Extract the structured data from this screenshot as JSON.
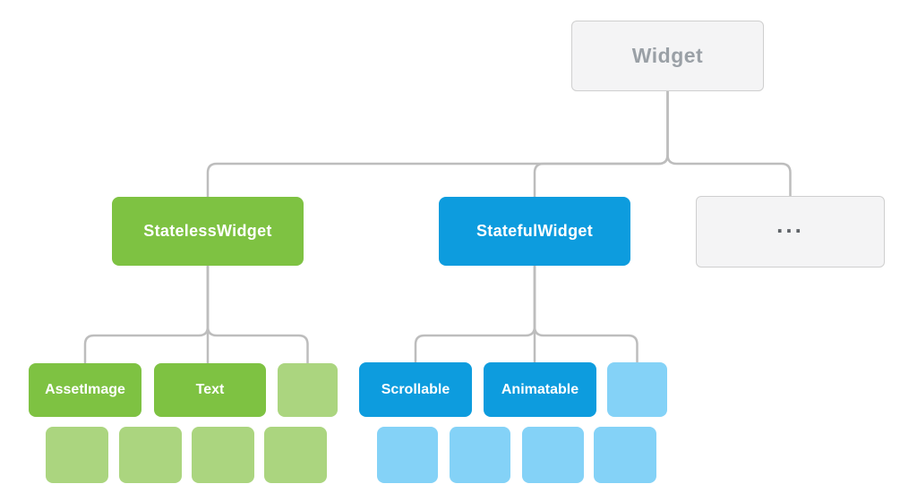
{
  "colors": {
    "green": "#7EC242",
    "green_light": "#ABD57F",
    "blue": "#0D9CDE",
    "blue_light": "#84D2F7",
    "line": "#BDBDBD",
    "gray_bg": "#F4F4F5",
    "gray_border": "#CFCFCF",
    "gray_text": "#9AA0A6"
  },
  "nodes": {
    "root": {
      "label": "Widget"
    },
    "children": [
      {
        "label": "StatelessWidget"
      },
      {
        "label": "StatefulWidget"
      },
      {
        "label": "..."
      }
    ],
    "stateless_children": [
      {
        "label": "AssetImage"
      },
      {
        "label": "Text"
      },
      {
        "label": ""
      }
    ],
    "stateful_children": [
      {
        "label": "Scrollable"
      },
      {
        "label": "Animatable"
      },
      {
        "label": ""
      }
    ],
    "stateless_grandchildren_count": 4,
    "stateful_grandchildren_count": 4
  }
}
